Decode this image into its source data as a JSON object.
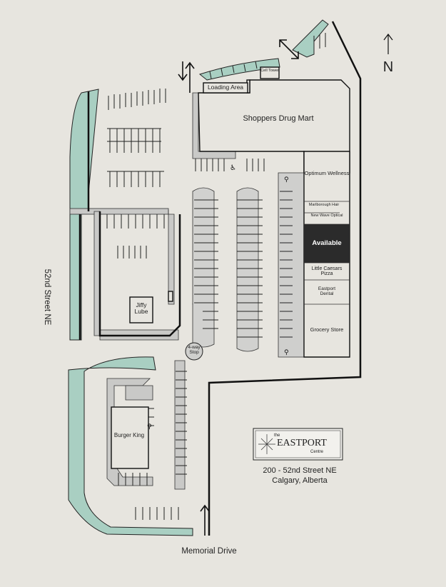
{
  "north_label": "N",
  "streets": {
    "west": "52nd Street NE",
    "south": "Memorial Drive"
  },
  "buildings": {
    "cell_tower": "Cell Tower",
    "loading_area": "Loading Area",
    "anchor": "Shoppers Drug Mart",
    "jiffy_lube": "Jiffy Lube",
    "burger_king": "Burger King",
    "four_way_stop": "4-way Stop"
  },
  "units": [
    {
      "name": "Optimum Wellness",
      "highlight": false
    },
    {
      "name": "Marlborough Hair",
      "highlight": false
    },
    {
      "name": "New Wave Optical",
      "highlight": false
    },
    {
      "name": "Available",
      "highlight": true
    },
    {
      "name": "Little Caesars Pizza",
      "highlight": false
    },
    {
      "name": "Eastport Dental",
      "highlight": false
    },
    {
      "name": "Grocery Store",
      "highlight": false
    }
  ],
  "logo": {
    "the": "the",
    "name": "EASTPORT",
    "sub": "Centre"
  },
  "address": {
    "line1": "200 - 52nd Street NE",
    "line2": "Calgary, Alberta"
  },
  "colors": {
    "landscape": "#a9cfc2",
    "pavement": "#c8c8c6",
    "background": "#e7e5df",
    "available": "#2b2b2b"
  }
}
